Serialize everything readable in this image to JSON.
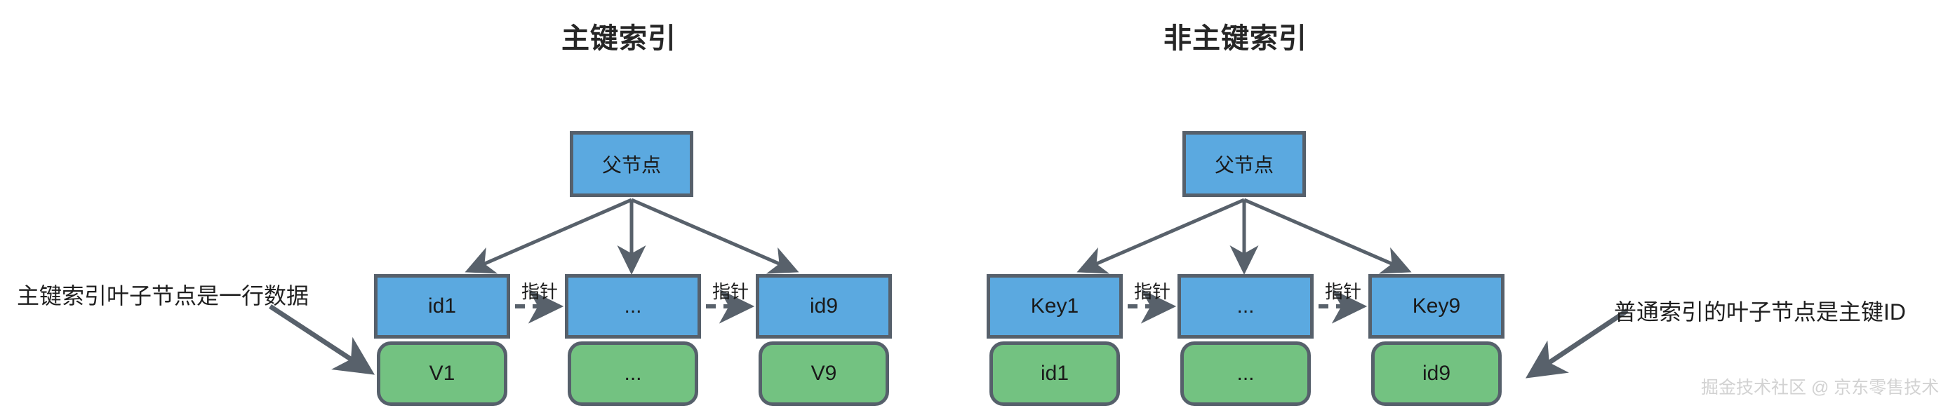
{
  "diagram": {
    "background_color": "#ffffff",
    "node_blue_color": "#5BA9E0",
    "node_green_color": "#73C281",
    "border_color": "#56606B",
    "arrow_color": "#58616B",
    "panels": [
      {
        "id": "primary-key-index",
        "title": "主键索引",
        "parent_node_label": "父节点",
        "index_nodes": [
          "id1",
          "...",
          "id9"
        ],
        "data_nodes": [
          "V1",
          "...",
          "V9"
        ],
        "pointer_labels": [
          "指针",
          "指针"
        ],
        "annotation": "主键索引叶子节点是一行数据"
      },
      {
        "id": "secondary-index",
        "title": "非主键索引",
        "parent_node_label": "父节点",
        "index_nodes": [
          "Key1",
          "...",
          "Key9"
        ],
        "data_nodes": [
          "id1",
          "...",
          "id9"
        ],
        "pointer_labels": [
          "指针",
          "指针"
        ],
        "annotation": "普通索引的叶子节点是主键ID"
      }
    ],
    "watermark": "掘金技术社区 @ 京东零售技术"
  }
}
